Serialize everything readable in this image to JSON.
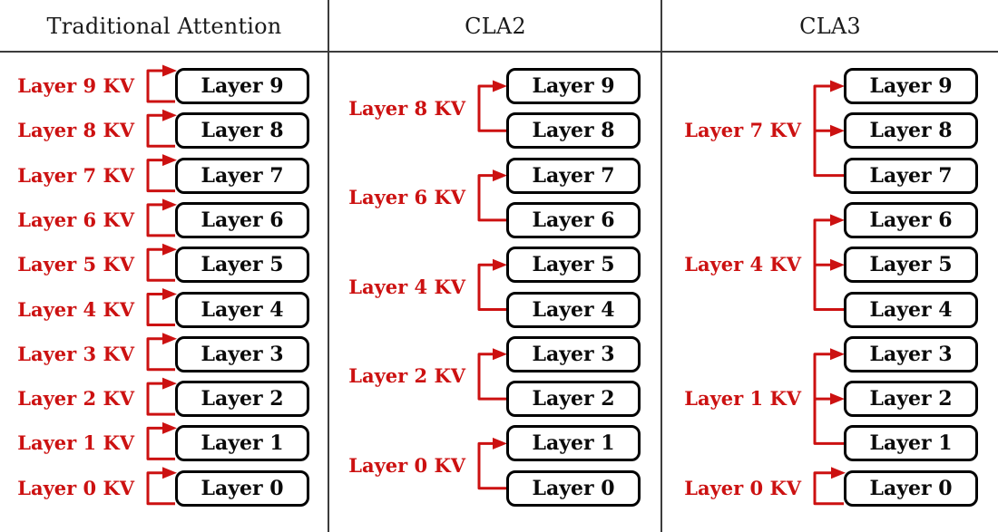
{
  "figure": {
    "columns": [
      {
        "id": "traditional",
        "title": "Traditional Attention",
        "layers": [
          "Layer 9",
          "Layer 8",
          "Layer 7",
          "Layer 6",
          "Layer 5",
          "Layer 4",
          "Layer 3",
          "Layer 2",
          "Layer 1",
          "Layer 0"
        ],
        "kv_caches": [
          {
            "label": "Layer 9 KV",
            "rows": [
              0
            ]
          },
          {
            "label": "Layer 8 KV",
            "rows": [
              1
            ]
          },
          {
            "label": "Layer 7 KV",
            "rows": [
              2
            ]
          },
          {
            "label": "Layer 6 KV",
            "rows": [
              3
            ]
          },
          {
            "label": "Layer 5 KV",
            "rows": [
              4
            ]
          },
          {
            "label": "Layer 4 KV",
            "rows": [
              5
            ]
          },
          {
            "label": "Layer 3 KV",
            "rows": [
              6
            ]
          },
          {
            "label": "Layer 2 KV",
            "rows": [
              7
            ]
          },
          {
            "label": "Layer 1 KV",
            "rows": [
              8
            ]
          },
          {
            "label": "Layer 0 KV",
            "rows": [
              9
            ]
          }
        ]
      },
      {
        "id": "cla2",
        "title": "CLA2",
        "layers": [
          "Layer 9",
          "Layer 8",
          "Layer 7",
          "Layer 6",
          "Layer 5",
          "Layer 4",
          "Layer 3",
          "Layer 2",
          "Layer 1",
          "Layer 0"
        ],
        "kv_caches": [
          {
            "label": "Layer 8 KV",
            "rows": [
              0,
              1
            ]
          },
          {
            "label": "Layer 6 KV",
            "rows": [
              2,
              3
            ]
          },
          {
            "label": "Layer 4 KV",
            "rows": [
              4,
              5
            ]
          },
          {
            "label": "Layer 2 KV",
            "rows": [
              6,
              7
            ]
          },
          {
            "label": "Layer 0 KV",
            "rows": [
              8,
              9
            ]
          }
        ]
      },
      {
        "id": "cla3",
        "title": "CLA3",
        "layers": [
          "Layer 9",
          "Layer 8",
          "Layer 7",
          "Layer 6",
          "Layer 5",
          "Layer 4",
          "Layer 3",
          "Layer 2",
          "Layer 1",
          "Layer 0"
        ],
        "kv_caches": [
          {
            "label": "Layer 7 KV",
            "rows": [
              0,
              1,
              2
            ]
          },
          {
            "label": "Layer 4 KV",
            "rows": [
              3,
              4,
              5
            ]
          },
          {
            "label": "Layer 1 KV",
            "rows": [
              6,
              7,
              8
            ]
          },
          {
            "label": "Layer 0 KV",
            "rows": [
              9
            ]
          }
        ]
      }
    ]
  },
  "colors": {
    "accent_red": "#cc1111",
    "box_border": "#000000",
    "divider": "#3c3c3c",
    "header_text": "#1a1a1a"
  }
}
